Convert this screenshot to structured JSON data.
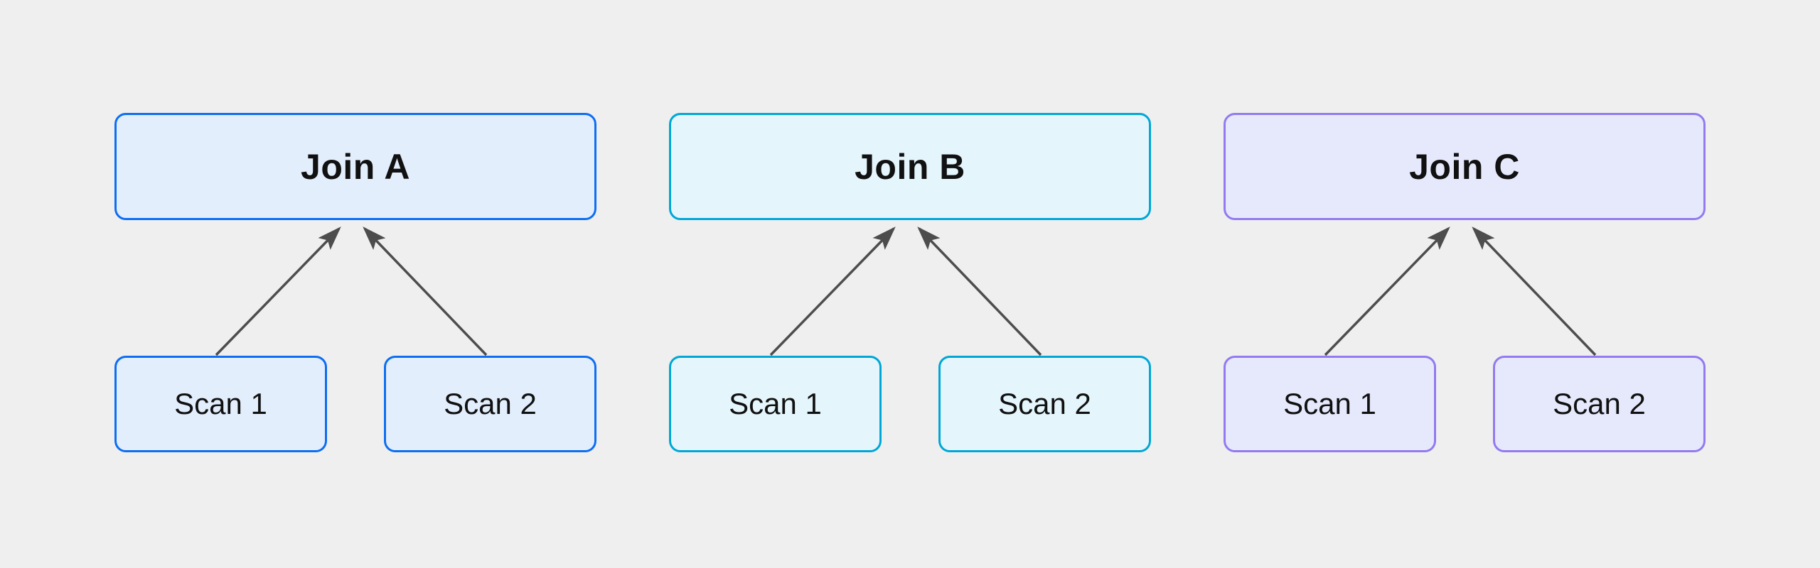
{
  "canvas": {
    "background": "#efefef"
  },
  "diagram": {
    "type": "query-plan-trees",
    "arrow_color": "#4d4d4d",
    "text_color": "#111111",
    "groups": [
      {
        "name": "A",
        "join_label": "Join A",
        "scans": [
          "Scan 1",
          "Scan 2"
        ],
        "colors": {
          "border": "#0d6ef2",
          "fill": "#e3eefd"
        }
      },
      {
        "name": "B",
        "join_label": "Join B",
        "scans": [
          "Scan 1",
          "Scan 2"
        ],
        "colors": {
          "border": "#00a7d6",
          "fill": "#e4f5fc"
        }
      },
      {
        "name": "C",
        "join_label": "Join C",
        "scans": [
          "Scan 1",
          "Scan 2"
        ],
        "colors": {
          "border": "#937af0",
          "fill": "#e6e9fc"
        }
      }
    ]
  }
}
